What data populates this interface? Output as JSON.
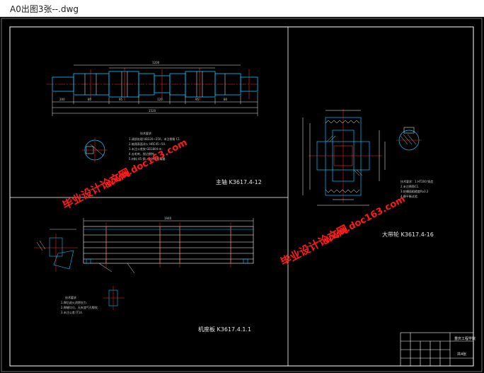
{
  "window": {
    "title": "A0出图3张--.dwg"
  },
  "drawing": {
    "labels": {
      "main_shaft": "主轴  K3617.4-12",
      "gear_wheel": "大带轮  K3617.4-16",
      "base_part": "机座板  K3617.4.1.1"
    },
    "watermarks": {
      "line1": "毕业设计论文网",
      "line2": "www.doc163.com"
    },
    "title_block": {
      "cell_top": "重庆工程学院",
      "cell_bottom": "共4张"
    }
  },
  "colors": {
    "background": "#000000",
    "frame": "#ffffff",
    "outline": "#00c8ff",
    "center_line": "#ff2a2a",
    "hatch": "#ffffff",
    "watermark": "#ff1a1a"
  }
}
